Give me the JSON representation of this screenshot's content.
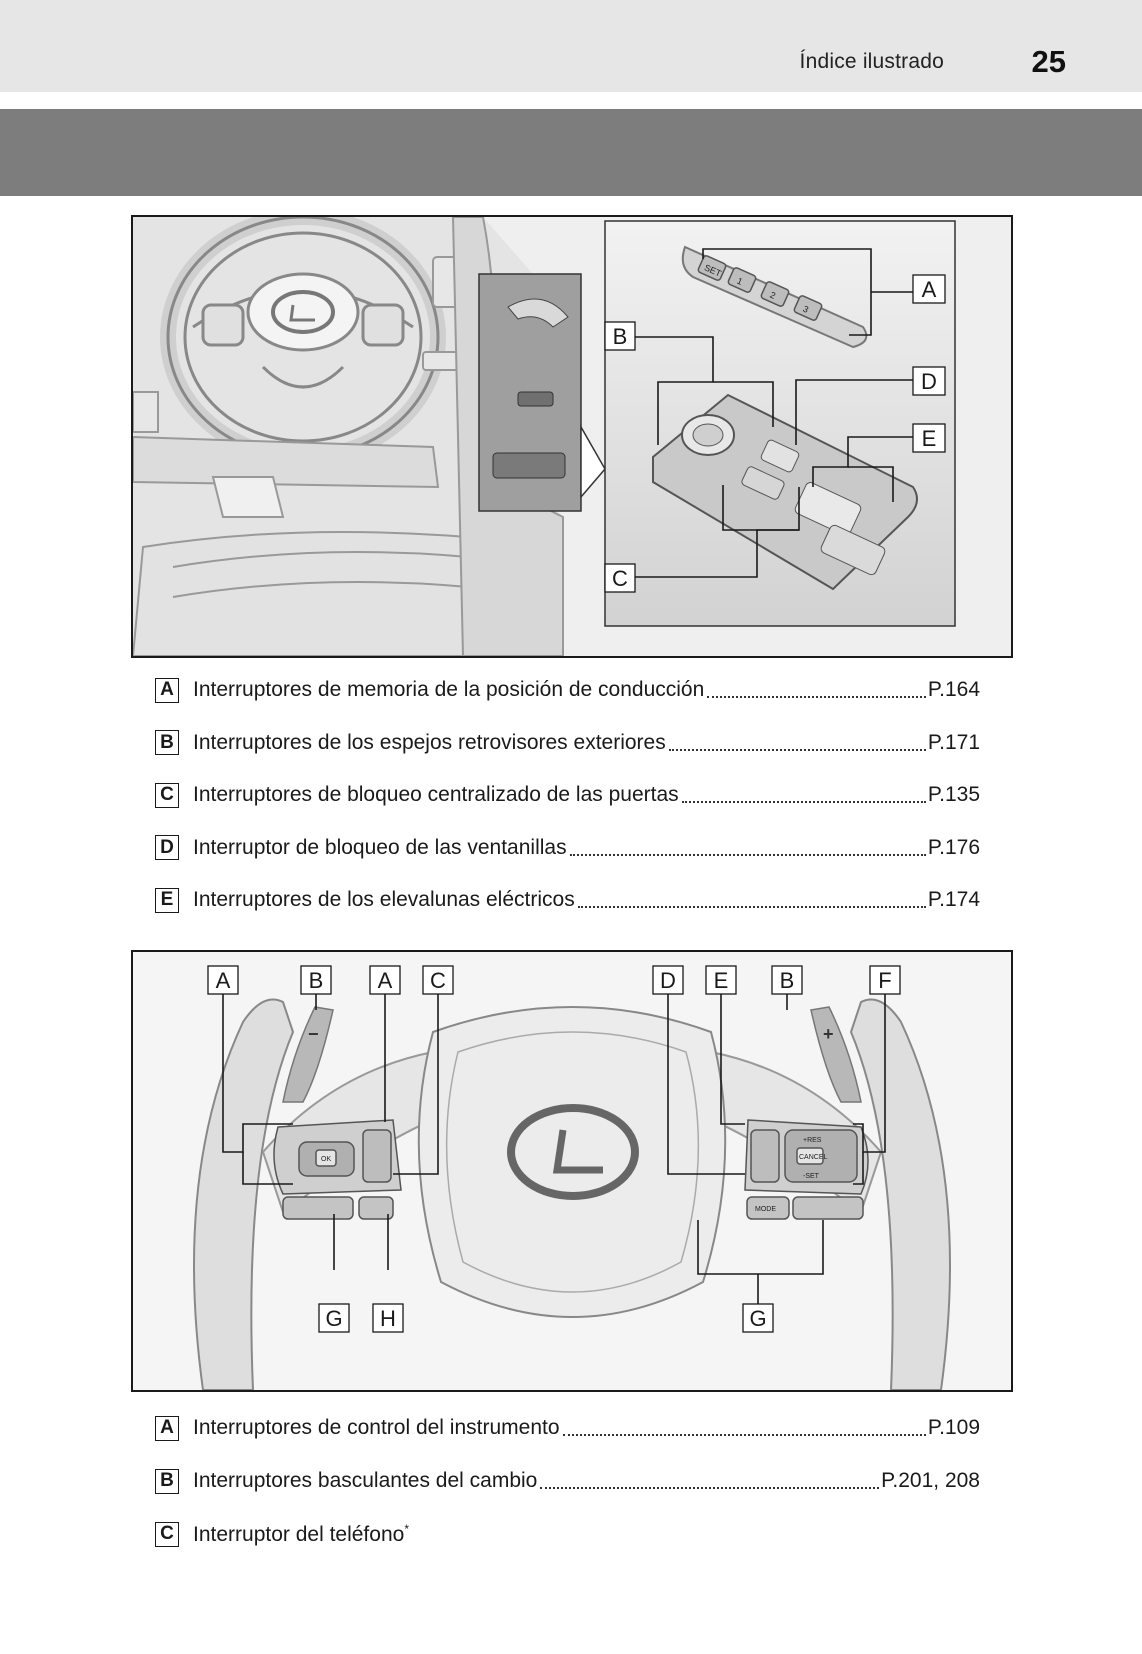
{
  "header": {
    "section_title": "Índice ilustrado",
    "page_number": "25"
  },
  "figure_top": {
    "callouts": [
      "A",
      "B",
      "C",
      "D",
      "E"
    ],
    "seat_memory_buttons": [
      "SET",
      "1",
      "2",
      "3"
    ]
  },
  "legend_top": [
    {
      "key": "A",
      "text": "Interruptores de memoria de la posición de conducción",
      "page": "P.164"
    },
    {
      "key": "B",
      "text": "Interruptores de los espejos retrovisores exteriores",
      "page": "P.171"
    },
    {
      "key": "C",
      "text": "Interruptores de bloqueo centralizado de las puertas",
      "page": "P.135"
    },
    {
      "key": "D",
      "text": "Interruptor de bloqueo de las ventanillas",
      "page": "P.176"
    },
    {
      "key": "E",
      "text": "Interruptores de los elevalunas eléctricos",
      "page": "P.174"
    }
  ],
  "figure_bottom": {
    "callouts": [
      "A",
      "B",
      "A",
      "C",
      "D",
      "E",
      "B",
      "F",
      "G",
      "H",
      "G"
    ],
    "button_labels": {
      "ok": "OK",
      "mode": "MODE",
      "res": "+RES",
      "cancel": "CANCEL",
      "set": "-SET",
      "minus": "−",
      "plus": "+"
    }
  },
  "legend_bottom": [
    {
      "key": "A",
      "text": "Interruptores de control del instrumento",
      "page": "P.109",
      "asterisk": ""
    },
    {
      "key": "B",
      "text": "Interruptores basculantes del cambio",
      "page": "P.201, 208",
      "asterisk": ""
    },
    {
      "key": "C",
      "text": "Interruptor del teléfono",
      "page": "",
      "asterisk": "*"
    }
  ]
}
